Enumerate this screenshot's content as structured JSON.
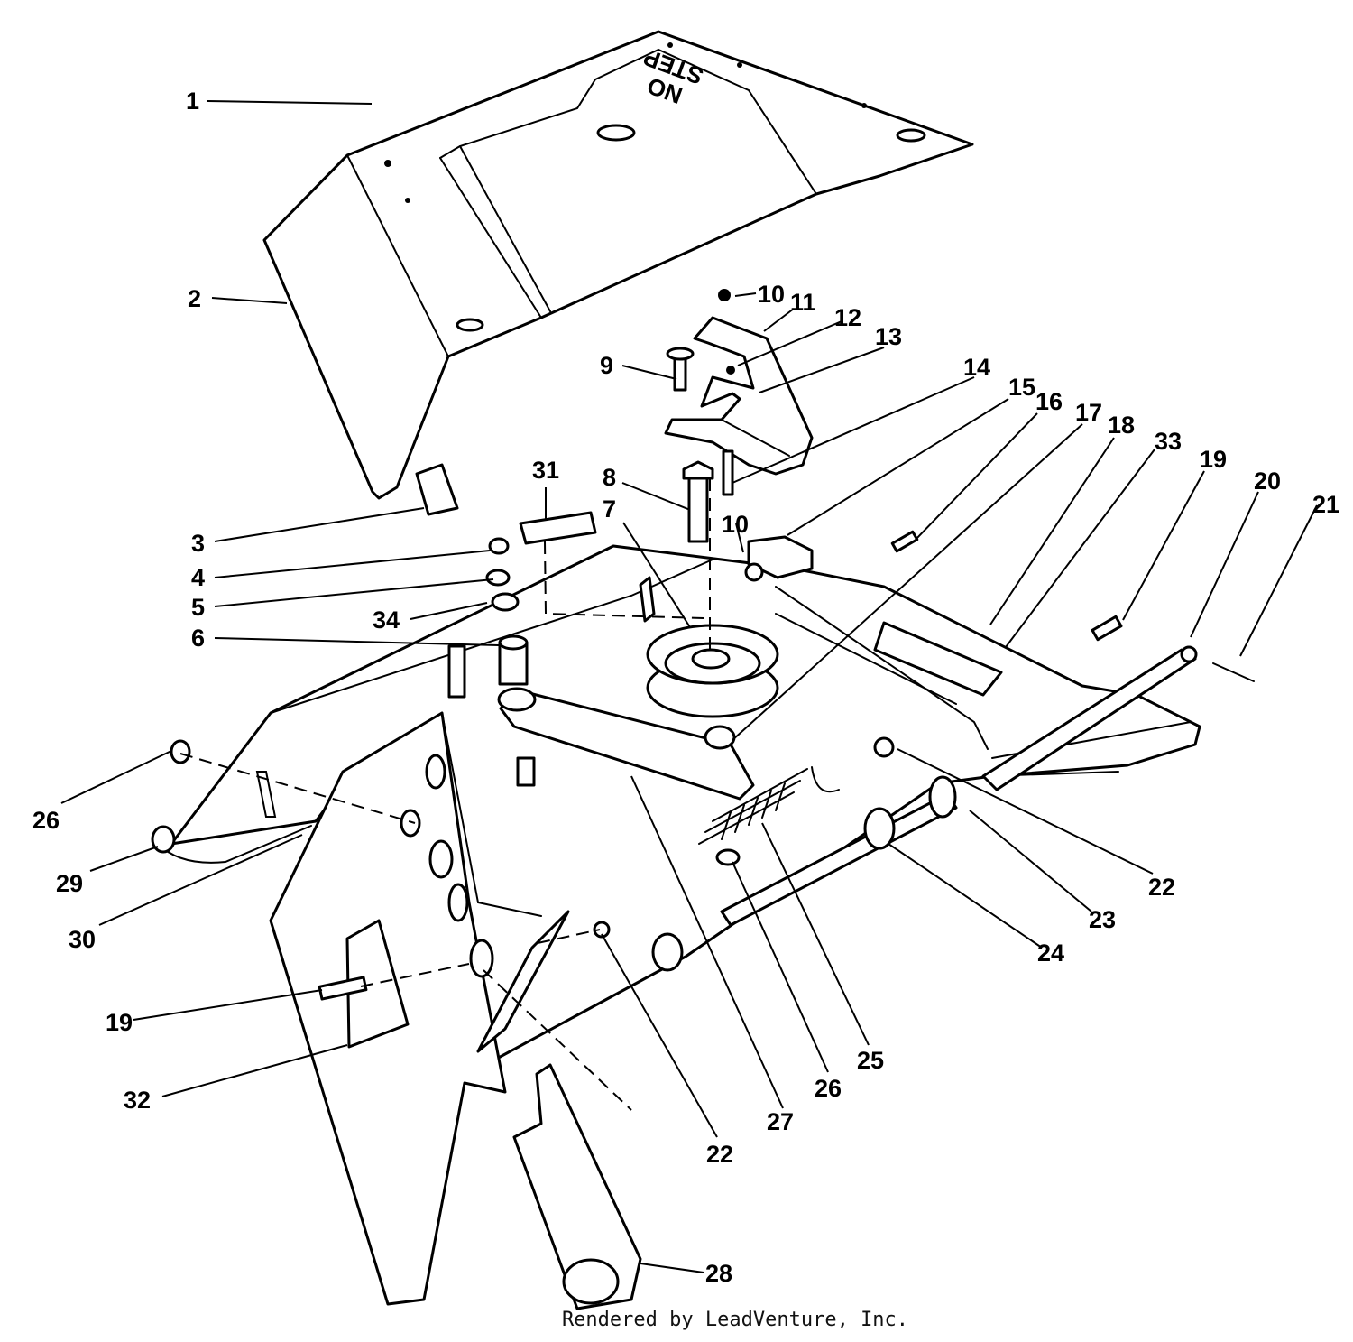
{
  "diagram": {
    "stencil_lines": [
      "NO",
      "STEP"
    ],
    "credit": "Rendered by LeadVenture, Inc.",
    "callouts": [
      "1",
      "2",
      "3",
      "4",
      "5",
      "34",
      "6",
      "31",
      "8",
      "7",
      "9",
      "10",
      "11",
      "12",
      "13",
      "10",
      "14",
      "15",
      "16",
      "17",
      "18",
      "33",
      "19",
      "20",
      "21",
      "26",
      "29",
      "30",
      "19",
      "32",
      "22",
      "27",
      "26",
      "25",
      "24",
      "23",
      "22",
      "28"
    ]
  }
}
